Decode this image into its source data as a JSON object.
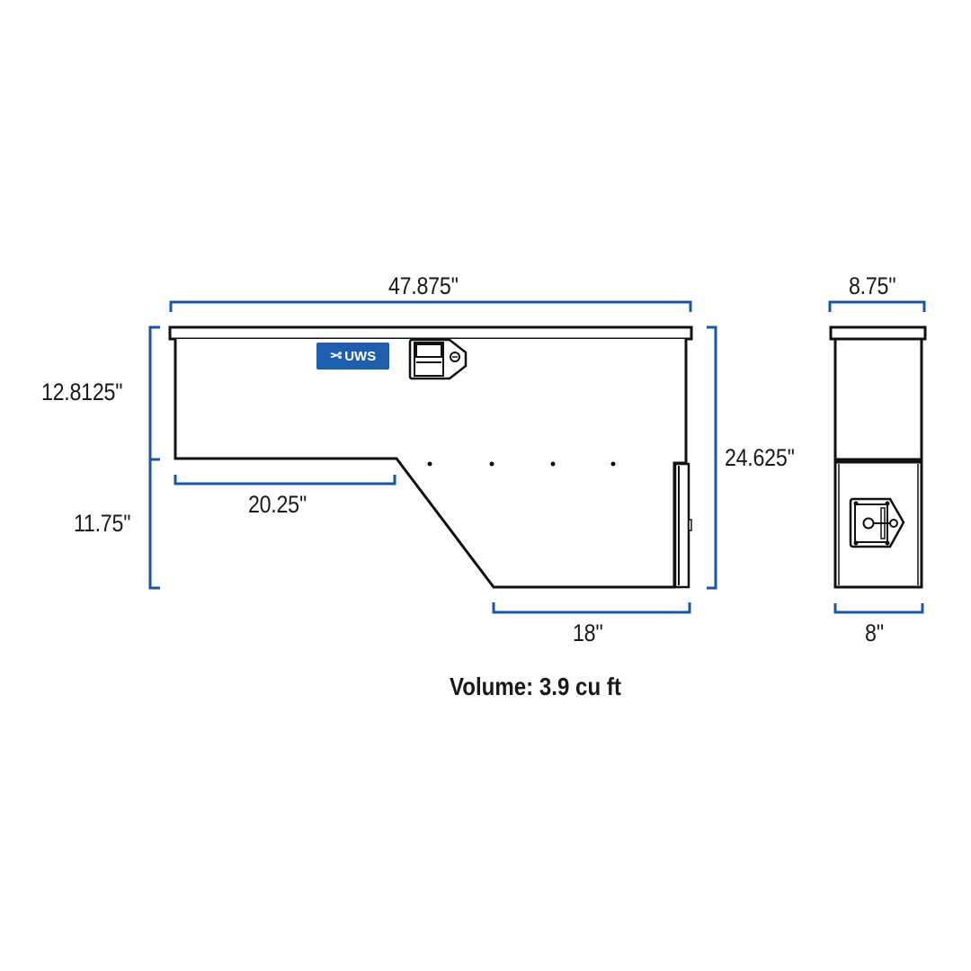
{
  "product": {
    "brand_logo": "UWS",
    "brand_color": "#1d5fae",
    "dimension_line_color": "#1b56a3"
  },
  "side_view": {
    "overall_length": "47.875''",
    "upper_height": "12.8125''",
    "lower_height": "11.75''",
    "total_height": "24.625''",
    "upper_bottom_length": "20.25''",
    "bottom_length": "18''"
  },
  "end_view": {
    "top_width": "8.75''",
    "bottom_width": "8''"
  },
  "summary": {
    "volume": "Volume: 3.9 cu ft"
  },
  "icons": {
    "logo": "marlin-fish-icon",
    "latch": "paddle-latch-icon",
    "lock": "t-handle-lock-icon"
  }
}
